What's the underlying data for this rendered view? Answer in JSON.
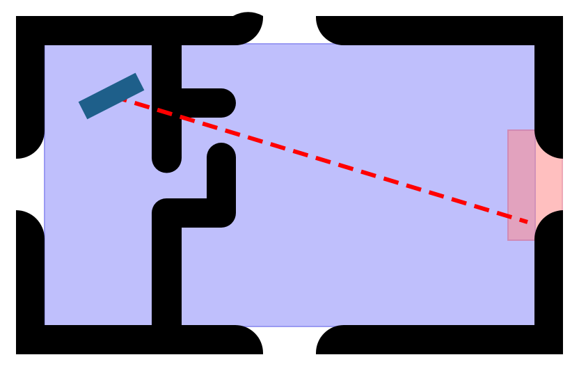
{
  "colors": {
    "background": "#ffffff",
    "floor": "#bfbffc",
    "floor_border": "#9a9af2",
    "wall": "#000000",
    "robot": "#1e5f8a",
    "goal_fill": "#ff8c8c",
    "goal_opacity": 0.55,
    "goal_border": "#e0607a",
    "path": "#ff0000"
  },
  "elements": {
    "floor": "floor-area",
    "walls": "maze-walls",
    "goal": "goal-zone",
    "robot": "robot-agent",
    "path": "planned-path-line"
  }
}
